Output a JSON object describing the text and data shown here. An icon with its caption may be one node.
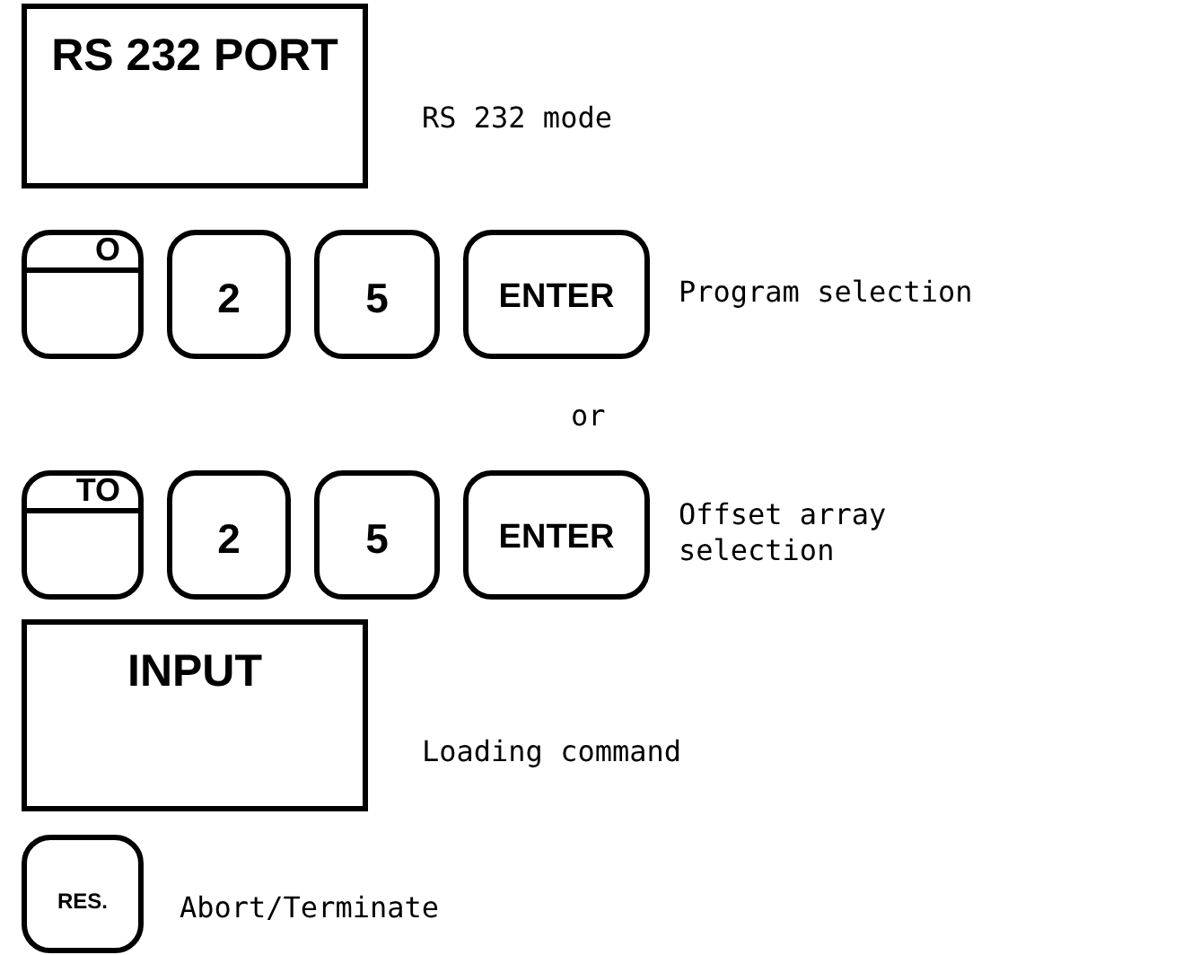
{
  "diagram": {
    "nodes": [
      {
        "text": [
          "RS 232 PORT"
        ],
        "beside": [
          "RS 232 mode"
        ]
      },
      {
        "text": [
          "O"
        ]
      },
      {
        "text": [
          "2"
        ]
      },
      {
        "text": [
          "5"
        ]
      },
      {
        "text": [
          "ENTER"
        ],
        "beside": [
          "Program selection"
        ]
      },
      {
        "text": [
          "TO"
        ]
      },
      {
        "text": [
          "2"
        ]
      },
      {
        "text": [
          "5"
        ]
      },
      {
        "text": [
          "ENTER"
        ],
        "beside": [
          "Offset array selection"
        ]
      },
      {
        "text": [
          "INPUT"
        ],
        "beside": [
          "Loading command"
        ]
      },
      {
        "text": [
          "RES."
        ],
        "beside": [
          "Abort/Terminate"
        ]
      }
    ],
    "labels": [
      "or"
    ]
  }
}
